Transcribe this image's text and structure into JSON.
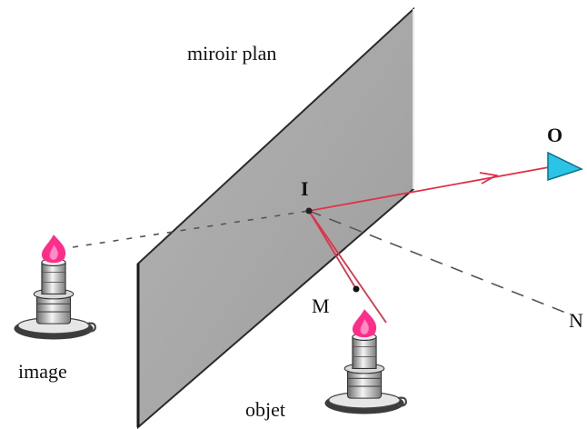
{
  "labels": {
    "mirror": "miroir plan",
    "incidence_point": "I",
    "object_point": "M",
    "observer": "O",
    "normal": "N",
    "image": "image",
    "object": "objet"
  },
  "colors": {
    "mirror_fill": "#a8a8a8",
    "mirror_edge": "#2a2a2a",
    "ray": "#e0304a",
    "eye": "#29c4e6",
    "flame": "#ff2d8a",
    "candle": "#5a5a5a"
  },
  "icons": {
    "observer": "eye-icon",
    "object": "candle-icon",
    "image": "candle-icon"
  }
}
